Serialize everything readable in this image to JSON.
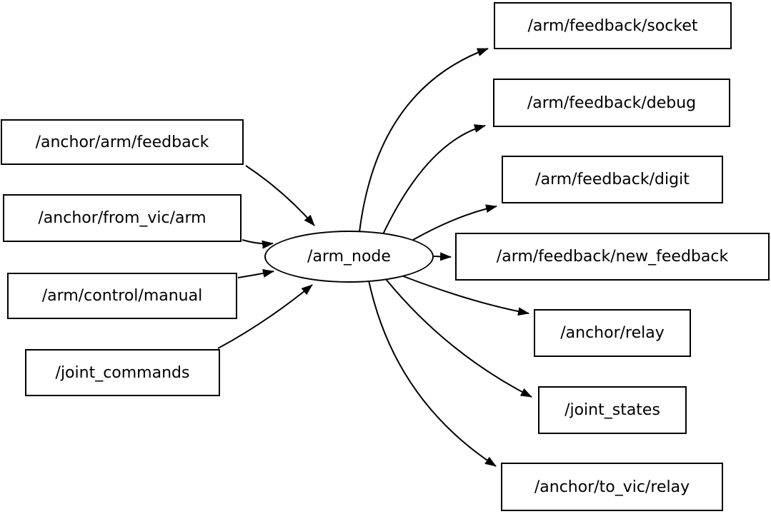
{
  "colors": {
    "background": "#ffffff",
    "node_fill": "#ffffff",
    "stroke": "#000000",
    "text": "#000000"
  },
  "graph": {
    "center_node": {
      "label": "/arm_node",
      "shape": "ellipse"
    },
    "input_topics": [
      {
        "label": "/anchor/arm/feedback"
      },
      {
        "label": "/anchor/from_vic/arm"
      },
      {
        "label": "/arm/control/manual"
      },
      {
        "label": "/joint_commands"
      }
    ],
    "output_topics": [
      {
        "label": "/arm/feedback/socket"
      },
      {
        "label": "/arm/feedback/debug"
      },
      {
        "label": "/arm/feedback/digit"
      },
      {
        "label": "/arm/feedback/new_feedback"
      },
      {
        "label": "/anchor/relay"
      },
      {
        "label": "/joint_states"
      },
      {
        "label": "/anchor/to_vic/relay"
      }
    ],
    "edges": [
      {
        "from": "/anchor/arm/feedback",
        "to": "/arm_node"
      },
      {
        "from": "/anchor/from_vic/arm",
        "to": "/arm_node"
      },
      {
        "from": "/arm/control/manual",
        "to": "/arm_node"
      },
      {
        "from": "/joint_commands",
        "to": "/arm_node"
      },
      {
        "from": "/arm_node",
        "to": "/arm/feedback/socket"
      },
      {
        "from": "/arm_node",
        "to": "/arm/feedback/debug"
      },
      {
        "from": "/arm_node",
        "to": "/arm/feedback/digit"
      },
      {
        "from": "/arm_node",
        "to": "/arm/feedback/new_feedback"
      },
      {
        "from": "/arm_node",
        "to": "/anchor/relay"
      },
      {
        "from": "/arm_node",
        "to": "/joint_states"
      },
      {
        "from": "/arm_node",
        "to": "/anchor/to_vic/relay"
      }
    ]
  }
}
